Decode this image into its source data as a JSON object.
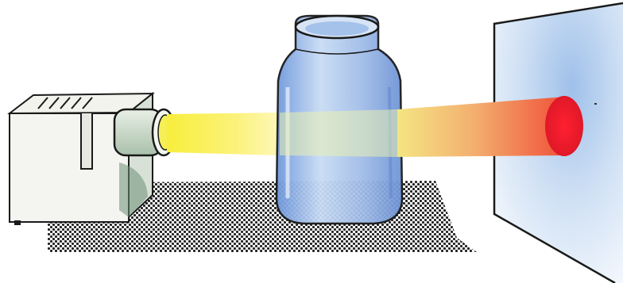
{
  "scene": {
    "objects": [
      {
        "name": "projector",
        "icon": "light-source-projector"
      },
      {
        "name": "beam-before-jar",
        "color_start": "#f8f04a",
        "color_end": "#fff8b0"
      },
      {
        "name": "jar",
        "color": "#8fb3e6"
      },
      {
        "name": "beam-after-jar",
        "color_start": "#f0e070",
        "color_end": "#f04030"
      },
      {
        "name": "light-spot",
        "color": "#ee1e2e"
      },
      {
        "name": "screen",
        "color": "#a9c8ea"
      },
      {
        "name": "shadow",
        "pattern": "dotted"
      }
    ],
    "colors": {
      "background": "#ffffff",
      "outline": "#1a1a1a",
      "jar_glass": "#8fb3e6",
      "beam_yellow": "#f8ee3c",
      "spot_red": "#ee1e2e"
    }
  }
}
